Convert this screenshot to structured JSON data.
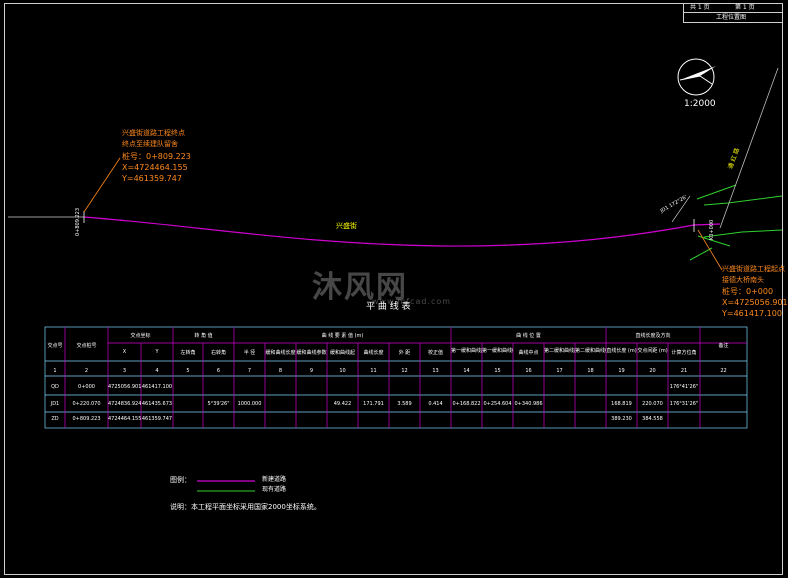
{
  "titleblock": {
    "total_label": "共 1 页",
    "page_label": "第 1 页",
    "drawing_name": "工程位置图"
  },
  "scale": "1:2000",
  "annotations": {
    "start_point": {
      "line1": "兴盛街道路工程终点",
      "line2": "终点至续建队留舍",
      "chainage": "桩号：0+809.223",
      "x": "X=4724464.155",
      "y": "Y=461359.747"
    },
    "end_point": {
      "line1": "兴盛街道路工程起点",
      "line2": "接德大桥南头",
      "chainage": "桩号：0+000",
      "x": "X=4725056.901",
      "y": "Y=461417.100"
    },
    "road_name": "兴盛街",
    "road_label_right": "通 红 路",
    "left_station": "0+809.223",
    "right_station": "K0+000",
    "curve_label": "JD1 172°26'"
  },
  "watermark": {
    "text": "沐风网",
    "url": "www.mfcad.com"
  },
  "table": {
    "title": "平 曲 线 表",
    "header_groups": [
      "交点坐标",
      "转 角 值",
      "曲 线 要 素 值 (m)",
      "曲 线 位 置",
      "直线长度及方向"
    ],
    "header_cols": [
      "交点号",
      "交点桩号",
      "X",
      "Y",
      "左转角",
      "右转角",
      "半 径",
      "缓和曲线长度",
      "缓和曲线参数",
      "缓和曲线起",
      "曲线长度",
      "外 距",
      "校正值",
      "第一缓和曲线起点",
      "第一缓和曲线终点或圆曲线起点",
      "曲线中点",
      "第二缓和曲线起点或圆曲线终点",
      "第二缓和曲线终点",
      "直线长度 (m)",
      "交点间距 (m)",
      "计算方位角",
      "备注"
    ],
    "col_numbers": [
      "1",
      "2",
      "3",
      "4",
      "5",
      "6",
      "7",
      "8",
      "9",
      "10",
      "11",
      "12",
      "13",
      "14",
      "15",
      "16",
      "17",
      "18",
      "19",
      "20",
      "21",
      "22"
    ],
    "rows": [
      [
        "QD",
        "0+000",
        "4725056.901",
        "461417.100",
        "",
        "",
        "",
        "",
        "",
        "",
        "",
        "",
        "",
        "",
        "",
        "",
        "",
        "",
        "",
        "",
        "176°41'26\"",
        ""
      ],
      [
        "JD1",
        "0+220.070",
        "4724836.924",
        "461435.673",
        "",
        "5°39'26\"",
        "1000.000",
        "",
        "",
        "49.422",
        "171.791",
        "3.589",
        "0.414",
        "0+168.822",
        "0+254.604",
        "0+340.986",
        "",
        "",
        "168.819",
        "220.070",
        "176°31'26\"",
        ""
      ],
      [
        "ZD",
        "0+809.223",
        "4724464.155",
        "461359.747",
        "",
        "",
        "",
        "",
        "",
        "",
        "",
        "",
        "",
        "",
        "",
        "",
        "",
        "",
        "389.230",
        "384.558",
        "",
        ""
      ]
    ]
  },
  "legend": {
    "title": "图例：",
    "item1": "新建道路",
    "item2": "现有道路"
  },
  "note": "说明：本工程平面坐标采用国家2000坐标系统。"
}
